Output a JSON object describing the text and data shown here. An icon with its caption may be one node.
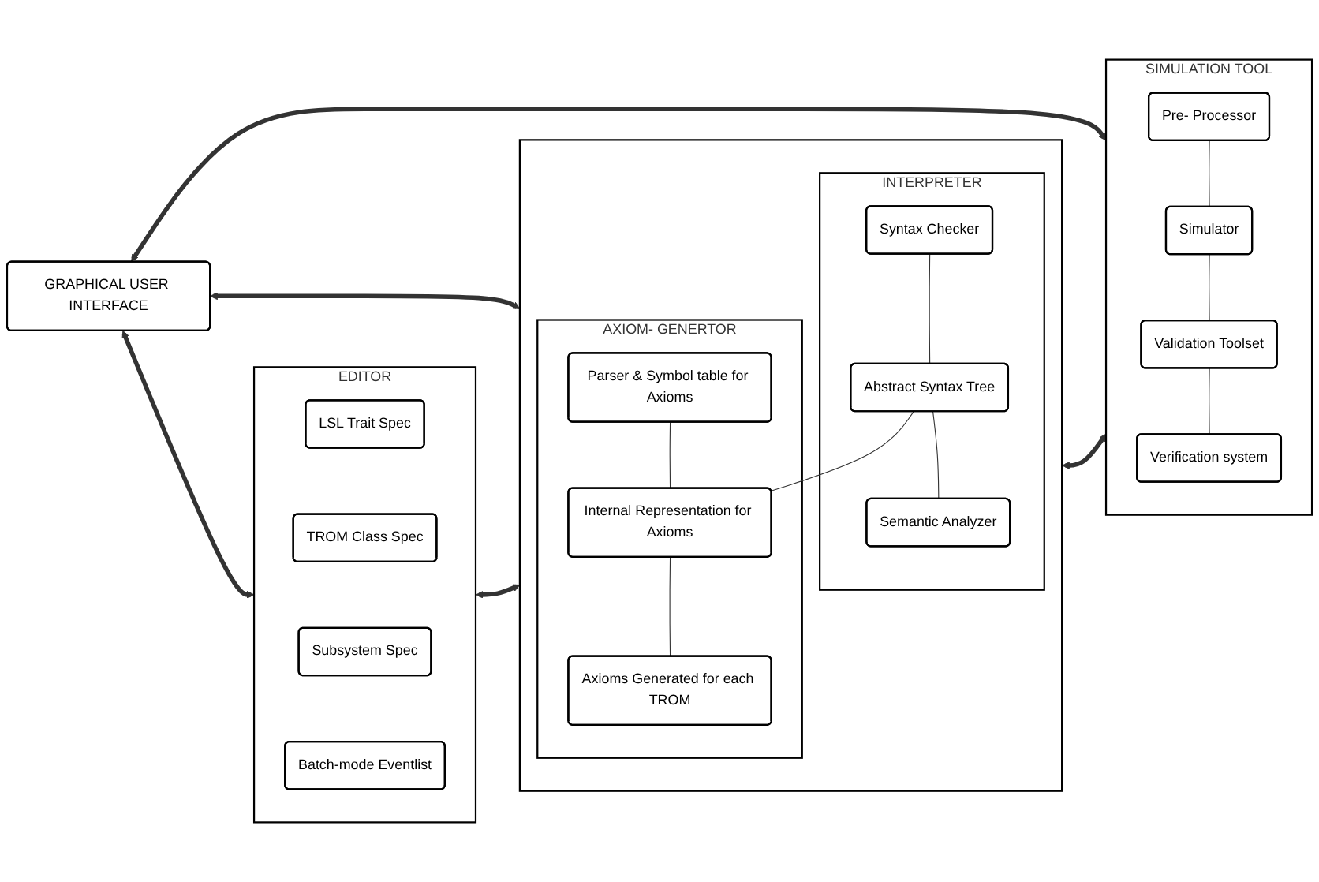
{
  "diagram": {
    "nodes": [
      {
        "text": [
          "GRAPHICAL USER INTERFACE"
        ]
      },
      {
        "text": [
          "EDITOR"
        ]
      },
      {
        "text": [
          "LSL Trait Spec"
        ],
        "in": 1
      },
      {
        "text": [
          "TROM Class Spec"
        ],
        "in": 1
      },
      {
        "text": [
          "Subsystem Spec"
        ],
        "in": 1
      },
      {
        "text": [
          "Batch-mode Eventlist"
        ],
        "in": 1
      },
      {
        "text": [],
        "shape": "box"
      },
      {
        "text": [
          "INTERPRETER"
        ],
        "in": 6
      },
      {
        "text": [
          "Syntax Checker"
        ],
        "in": 7
      },
      {
        "text": [
          "Abstract Syntax Tree"
        ],
        "in": 7
      },
      {
        "text": [
          "Semantic Analyzer"
        ],
        "in": 7
      },
      {
        "text": [
          "AXIOM- GENERTOR"
        ],
        "in": 6
      },
      {
        "text": [
          "Parser & Symbol table for Axioms"
        ],
        "in": 11
      },
      {
        "text": [
          "Internal Representation for Axioms"
        ],
        "in": 11
      },
      {
        "text": [
          "Axioms Generated for each TROM"
        ],
        "in": 11
      },
      {
        "text": [
          "SIMULATION TOOL"
        ]
      },
      {
        "text": [
          "Pre- Processor"
        ],
        "in": 15
      },
      {
        "text": [
          "Simulator"
        ],
        "in": 15
      },
      {
        "text": [
          "Validation Toolset"
        ],
        "in": 15
      },
      {
        "text": [
          "Verification system"
        ],
        "in": 15
      }
    ],
    "edges": [
      {
        "from": 0,
        "to": 1,
        "arrow": "both",
        "style": "thick"
      },
      {
        "from": 0,
        "to": 6,
        "arrow": "both",
        "style": "thick"
      },
      {
        "from": 0,
        "to": 15,
        "arrow": "both",
        "style": "thick"
      },
      {
        "from": 1,
        "to": 6,
        "arrow": "both",
        "style": "thick"
      },
      {
        "from": 6,
        "to": 15,
        "arrow": "both",
        "style": "thick"
      },
      {
        "from": 8,
        "to": 9,
        "arrow": "none"
      },
      {
        "from": 9,
        "to": 10,
        "arrow": "none"
      },
      {
        "from": 9,
        "to": 13,
        "arrow": "none"
      },
      {
        "from": 12,
        "to": 13,
        "arrow": "none"
      },
      {
        "from": 13,
        "to": 14,
        "arrow": "none"
      },
      {
        "from": 16,
        "to": 17,
        "arrow": "none"
      },
      {
        "from": 17,
        "to": 18,
        "arrow": "none"
      },
      {
        "from": 18,
        "to": 19,
        "arrow": "none"
      }
    ]
  }
}
